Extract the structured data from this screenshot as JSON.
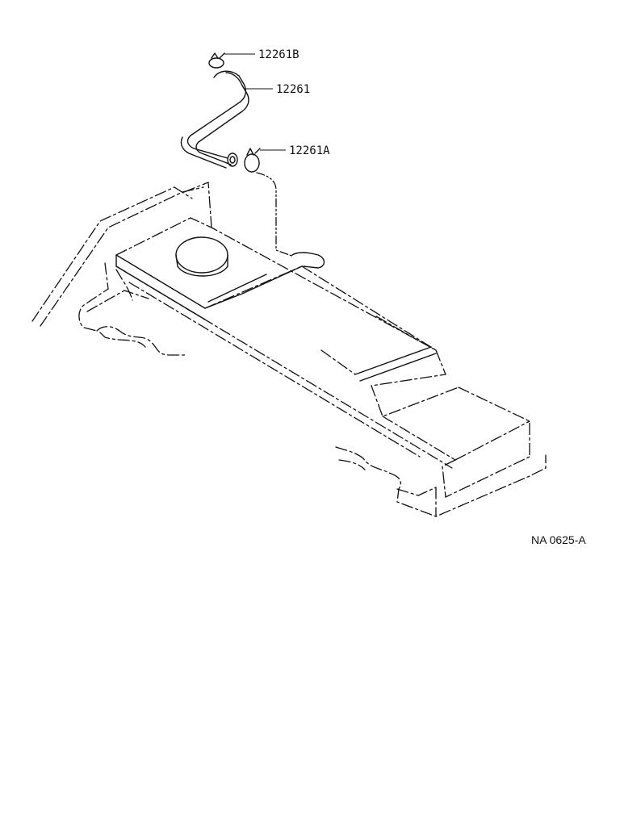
{
  "callouts": {
    "clamp_top": "12261B",
    "hose": "12261",
    "clamp_bottom": "12261A"
  },
  "reference_code": "NA 0625-A"
}
